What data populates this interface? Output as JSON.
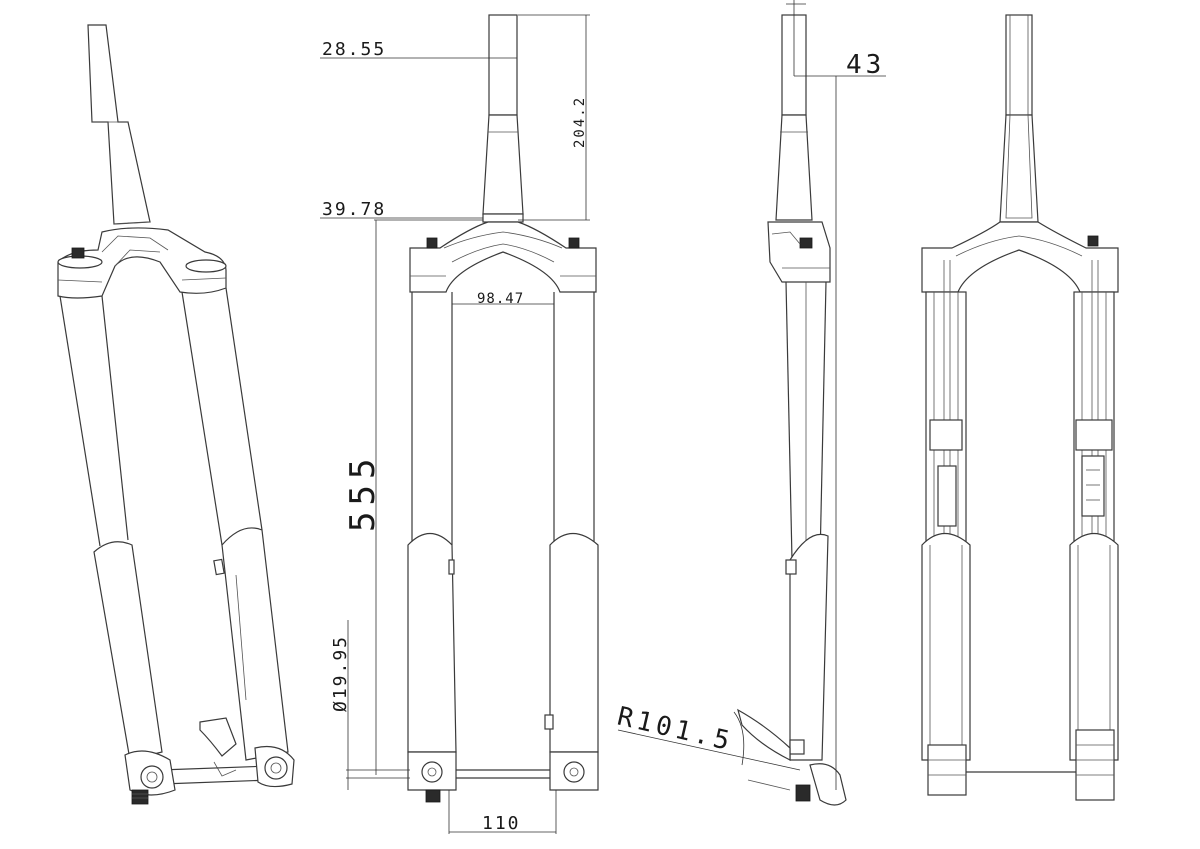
{
  "dimensions": {
    "steerer_top_diameter": "28.55",
    "steerer_length": "204.2",
    "steerer_bottom_diameter": "39.78",
    "stanchion_spacing": "98.47",
    "axle_to_crown": "555",
    "stanchion_diameter": "Ø19.95",
    "hub_spacing": "110",
    "offset": "43",
    "radius": "R101.5"
  },
  "views": [
    "perspective",
    "front",
    "side",
    "section"
  ],
  "colors": {
    "line": "#3a3a3a",
    "text": "#1a1a1a",
    "background": "#ffffff"
  }
}
